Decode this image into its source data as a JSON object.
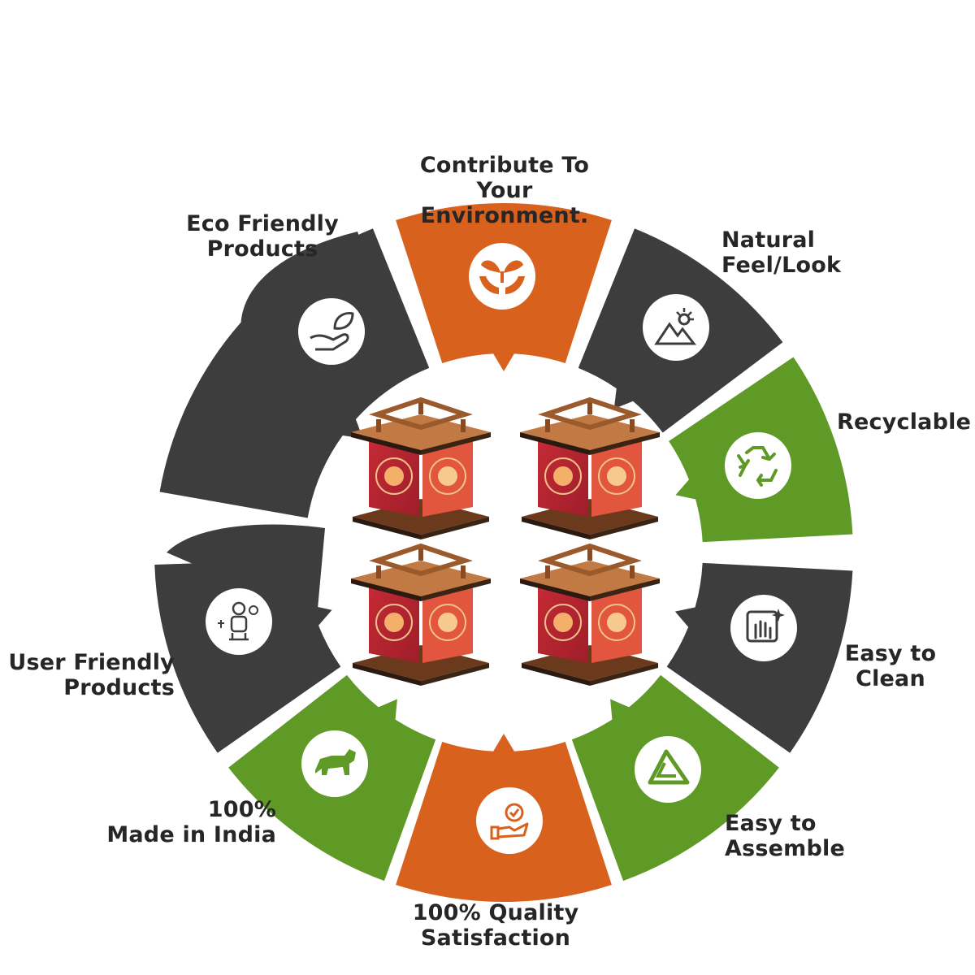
{
  "colors": {
    "dark": "#3d3d3d",
    "orange": "#d9611e",
    "green": "#5f9a27",
    "icon_circle": "#ffffff",
    "label_text": "#262626"
  },
  "features": [
    {
      "id": "contribute-environment",
      "label": "Contribute To\nYour Environment.",
      "icon": "plant-in-hands-icon",
      "color": "orange"
    },
    {
      "id": "natural-feel",
      "label": "Natural\nFeel/Look",
      "icon": "mountain-sun-icon",
      "color": "dark"
    },
    {
      "id": "recyclable",
      "label": "Recyclable",
      "icon": "recycle-icon",
      "color": "green"
    },
    {
      "id": "easy-to-clean",
      "label": "Easy to\nClean",
      "icon": "hand-wipe-icon",
      "color": "dark"
    },
    {
      "id": "easy-to-assemble",
      "label": "Easy to\nAssemble",
      "icon": "assemble-triangle-icon",
      "color": "green"
    },
    {
      "id": "quality-satisfaction",
      "label": "100% Quality\nSatisfaction",
      "icon": "hand-badge-icon",
      "color": "orange"
    },
    {
      "id": "made-in-india",
      "label": "100%\nMade in India",
      "icon": "lion-icon",
      "color": "green"
    },
    {
      "id": "user-friendly",
      "label": "User Friendly\nProducts",
      "icon": "user-desk-icon",
      "color": "dark"
    },
    {
      "id": "eco-friendly",
      "label": "Eco Friendly\nProducts",
      "icon": "leaf-hand-icon",
      "color": "dark"
    }
  ],
  "products": [
    {
      "symbol_left": "om-symbol",
      "symbol_right": "lotus-symbol"
    },
    {
      "symbol_left": "swastik-symbol",
      "symbol_right": "kalash-symbol"
    },
    {
      "symbol_left": "om-symbol",
      "symbol_right": "lotus-symbol"
    },
    {
      "symbol_left": "swastik-symbol",
      "symbol_right": "kalash-symbol"
    }
  ]
}
